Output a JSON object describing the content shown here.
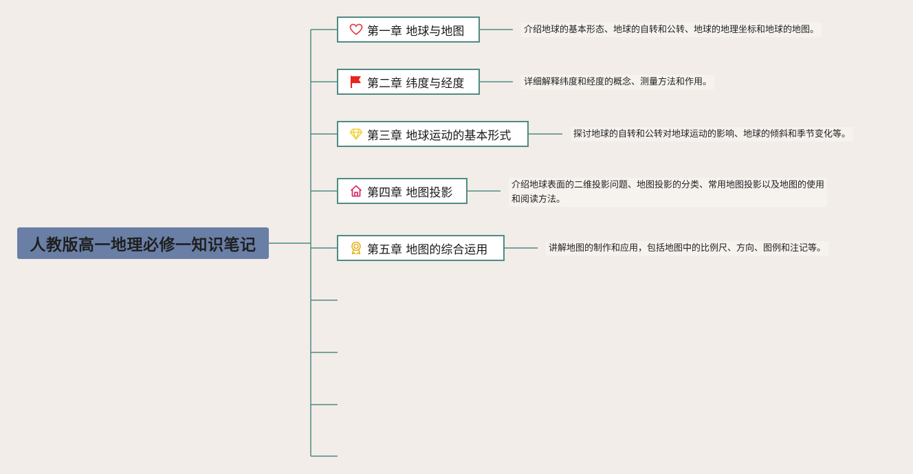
{
  "root": {
    "title": "人教版高一地理必修一知识笔记"
  },
  "chapters": [
    {
      "icon": "heart-icon",
      "title": "第一章 地球与地图",
      "note_lines": [
        "介绍地球的基本形态、地球的自转和公转、地球的地理坐标和地球的地图。"
      ]
    },
    {
      "icon": "flag-icon",
      "title": "第二章 纬度与经度",
      "note_lines": [
        "详细解释纬度和经度的概念、测量方法和作用。"
      ]
    },
    {
      "icon": "diamond-icon",
      "title": "第三章 地球运动的基本形式",
      "note_lines": [
        "探讨地球的自转和公转对地球运动的影响、地球的倾斜和季节变化等。"
      ]
    },
    {
      "icon": "home-icon",
      "title": "第四章 地图投影",
      "note_lines": [
        "介绍地球表面的二维投影问题、地图投影的分类、常用地图投影以及地图的使用",
        "和阅读方法。"
      ]
    },
    {
      "icon": "award-icon",
      "title": "第五章 地图的综合运用",
      "note_lines": [
        "讲解地图的制作和应用，包括地图中的比例尺、方向、图例和注记等。"
      ]
    }
  ],
  "colors": {
    "background": "#f2ede8",
    "root_fill": "#6a7fa6",
    "connector": "#4e8a82",
    "heart": "#e0474c",
    "flag": "#e8241c",
    "diamond": "#f2d23a",
    "home": "#d8336a",
    "award": "#e6b320"
  }
}
